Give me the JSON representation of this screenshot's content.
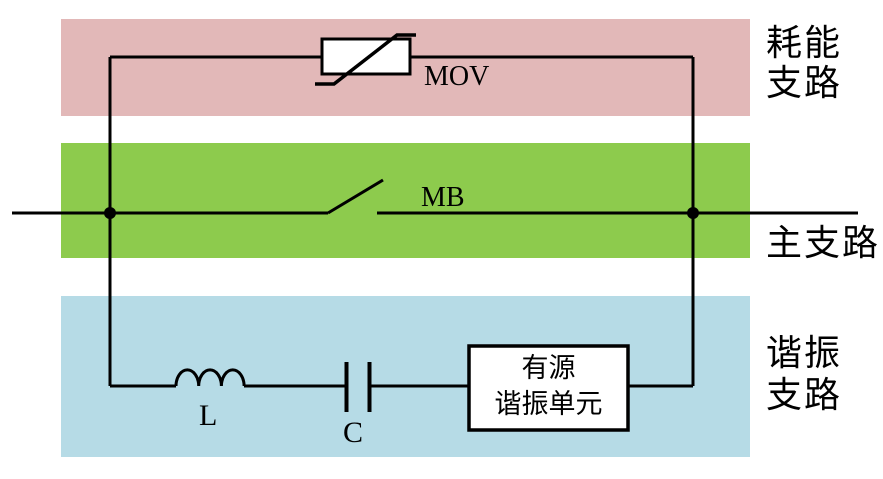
{
  "diagram": {
    "background": "#ffffff",
    "line_color": "#000000",
    "bands": {
      "dissipation": {
        "label": "耗能\n支路",
        "color": "#e2b8b8"
      },
      "main": {
        "label": "主支路",
        "color": "#8dcb4d"
      },
      "resonant": {
        "label": "谐振\n支路",
        "color": "#b6dbe6"
      }
    },
    "components": {
      "mov_label": "MOV",
      "breaker_label": "MB",
      "inductor_label": "L",
      "capacitor_label": "C",
      "active_unit_label": "有源\n谐振单元"
    }
  }
}
